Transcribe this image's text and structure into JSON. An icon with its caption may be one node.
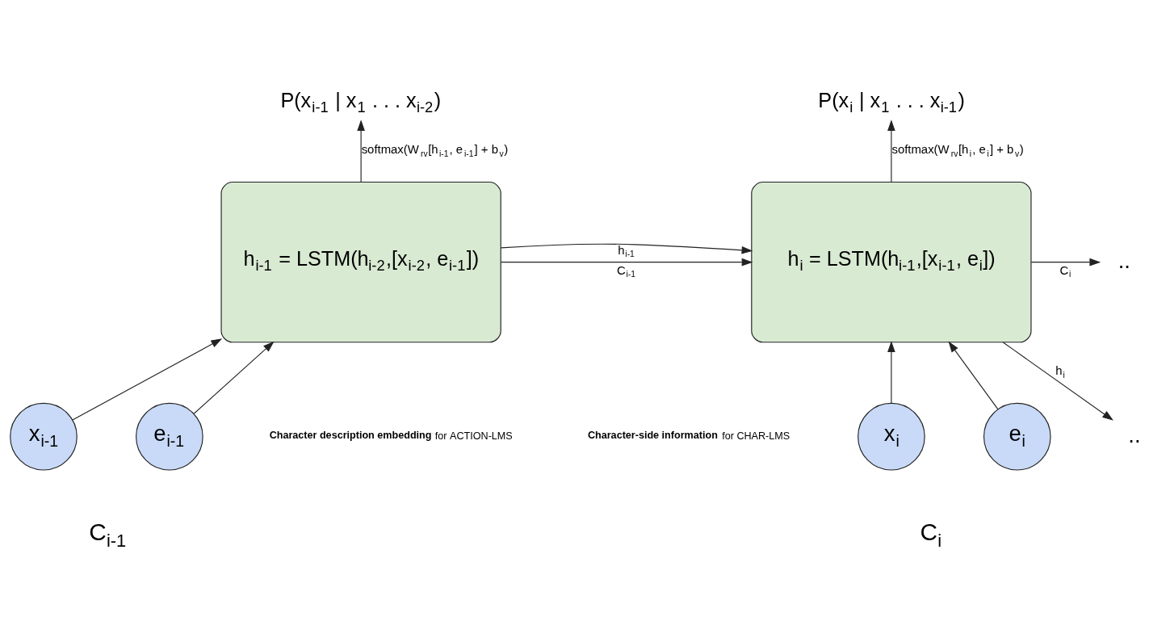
{
  "diagram": {
    "nodes": [
      {
        "text": [
          "h$_{i-1}$ = LSTM(h$_{i-2}$,[x$_{i-2}$, e$_{i-1}$])"
        ]
      },
      {
        "text": [
          "h$_{i}$ = LSTM(h$_{i-1}$,[x$_{i-1}$, e$_{i}$])"
        ]
      },
      {
        "text": [
          "P(x$_{i-1}$ | x$_{1}$ . . . x$_{i-2}$)"
        ]
      },
      {
        "text": [
          "P(x$_{i}$ | x$_{1}$ . . . x$_{i-1}$)"
        ]
      },
      {
        "text": [
          "x$_{i-1}$"
        ]
      },
      {
        "text": [
          "e$_{i-1}$"
        ]
      },
      {
        "text": [
          "x$_{i}$"
        ]
      },
      {
        "text": [
          "e$_{i}$"
        ]
      },
      {
        "text": [
          ".."
        ]
      },
      {
        "text": [
          ".."
        ]
      }
    ],
    "edges": [
      {
        "from": 0,
        "to": 2,
        "arrow": "to",
        "label": "softmax(W$_{rv}$[h$_{i-1}$, e$_{i-1}$] + b$_{v}$)"
      },
      {
        "from": 1,
        "to": 3,
        "arrow": "to",
        "label": "softmax(W$_{rv}$[h$_{i}$, e$_{i}$] + b$_{v}$)"
      },
      {
        "from": 0,
        "to": 1,
        "arrow": "to",
        "label": "C$_{i-1}$"
      },
      {
        "from": 0,
        "to": 1,
        "arrow": "to",
        "label": "h$_{i-1}$"
      },
      {
        "from": 1,
        "to": 8,
        "arrow": "to",
        "label": "C$_{i}$"
      },
      {
        "from": 1,
        "to": 9,
        "arrow": "to",
        "label": "h$_{i}$"
      },
      {
        "from": 4,
        "to": 0,
        "arrow": "to"
      },
      {
        "from": 5,
        "to": 0,
        "arrow": "to"
      },
      {
        "from": 6,
        "to": 1,
        "arrow": "to"
      },
      {
        "from": 7,
        "to": 1,
        "arrow": "to"
      }
    ],
    "labels": [
      "C$_{i-1}$",
      "**Character description embedding** for ACTION-LMS",
      "**Character-side information** for CHAR-LMS",
      "C$_{i}$"
    ]
  }
}
